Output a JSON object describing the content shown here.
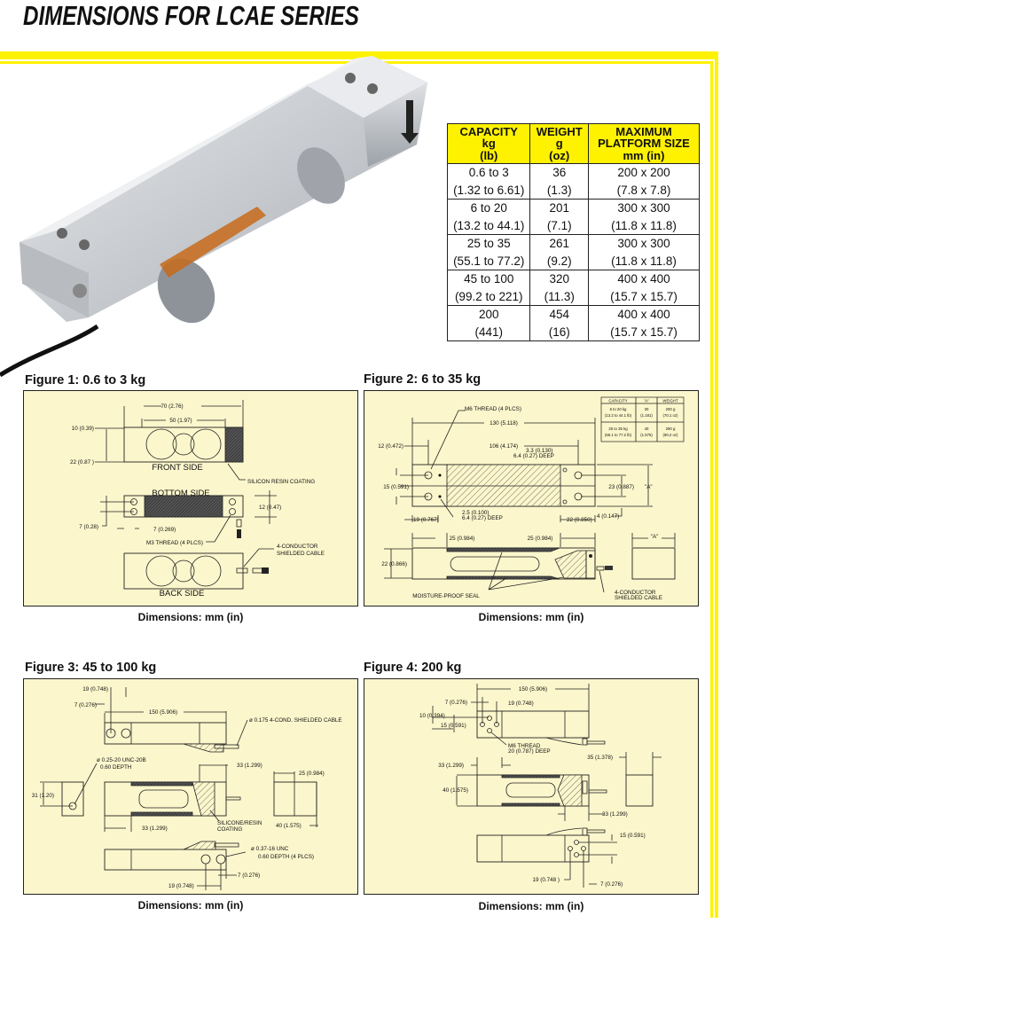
{
  "page_title": "DIMENSIONS FOR LCAE SERIES",
  "colors": {
    "accent_yellow": "#fff200",
    "panel_bg": "#fcf6cc"
  },
  "spec_table": {
    "headers": [
      {
        "l1": "CAPACITY",
        "l2": "kg",
        "l3": "(lb)"
      },
      {
        "l1": "WEIGHT",
        "l2": "g",
        "l3": "(oz)"
      },
      {
        "l1": "MAXIMUM",
        "l2": "PLATFORM SIZE",
        "l3": "mm (in)"
      }
    ],
    "rows": [
      {
        "capacity": "0.6 to 3",
        "capacity_lb": "(1.32 to 6.61)",
        "weight": "36",
        "weight_oz": "(1.3)",
        "platform": "200 x 200",
        "platform_in": "(7.8 x 7.8)"
      },
      {
        "capacity": "6 to 20",
        "capacity_lb": "(13.2 to 44.1)",
        "weight": "201",
        "weight_oz": "(7.1)",
        "platform": "300 x 300",
        "platform_in": "(11.8 x 11.8)"
      },
      {
        "capacity": "25 to 35",
        "capacity_lb": "(55.1 to 77.2)",
        "weight": "261",
        "weight_oz": "(9.2)",
        "platform": "300 x 300",
        "platform_in": "(11.8 x 11.8)"
      },
      {
        "capacity": "45 to 100",
        "capacity_lb": "(99.2 to 221)",
        "weight": "320",
        "weight_oz": "(11.3)",
        "platform": "400 x 400",
        "platform_in": "(15.7 x 15.7)"
      },
      {
        "capacity": "200",
        "capacity_lb": "(441)",
        "weight": "454",
        "weight_oz": "(16)",
        "platform": "400 x 400",
        "platform_in": "(15.7 x 15.7)"
      }
    ]
  },
  "figures": [
    {
      "caption": "Figure 1: 0.6 to 3 kg",
      "units": "Dimensions: mm (in)",
      "labels": [
        "70 (2.76)",
        "50 (1.97)",
        "10 (0.39)",
        "22 (0.87 )",
        "FRONT SIDE",
        "SILICON RESIN COATING",
        "BOTTOM SIDE",
        "12 (0.47)",
        "7 (0.28)",
        "7 (0.269)",
        "M3 THREAD (4 PLCS)",
        "4-CONDUCTOR",
        "SHIELDED CABLE",
        "BACK SIDE"
      ]
    },
    {
      "caption": "Figure 2: 6 to 35 kg",
      "units": "Dimensions: mm (in)",
      "labels": [
        "M6 THREAD (4 PLCS)",
        "130 (5.118)",
        "12 (0.472)",
        "106 (4.174)",
        "3.3 (0.130)",
        "6.4 (0.27) DEEP",
        "15 (0.591)",
        "23 (0.887)",
        "\"A\"",
        "2.5 (0.100)",
        "6.4 (0.27) DEEP",
        "19 (0.767)",
        "22 (0.850)",
        "4 (0.147)",
        "25 (0.984)",
        "25 (0.984)",
        "\"A\"",
        "22 (0.866)",
        "MOISTURE-PROOF SEAL",
        "4-CONDUCTOR",
        "SHIELDED CABLE"
      ],
      "mini_table": {
        "headers": [
          "CAPACITY",
          "\"A\"",
          "WEIGHT"
        ],
        "rows": [
          [
            "6 to 20 kg",
            "(13.2 to 44.1 lb)",
            "30",
            "(1.181)",
            "200 g",
            "(70.1 oz)"
          ],
          [
            "25 to 35 kg",
            "(55.1 to 77.2 lb)",
            "40",
            "(1.575)",
            "290 g",
            "(90.2 oz)"
          ]
        ]
      }
    },
    {
      "caption": "Figure 3: 45 to 100 kg",
      "units": "Dimensions: mm (in)",
      "labels": [
        "19 (0.748)",
        "7 (0.276)",
        "150 (5.906)",
        "ø 0.175 4-COND. SHIELDED CABLE",
        "ø 0.25-20 UNC-20B",
        "0.60 DEPTH",
        "33 (1.299)",
        "25 (0.984)",
        "31 (1.20)",
        "33 (1.299)",
        "SILICONE/RESIN",
        "COATING",
        "40 (1.575)",
        "ø 0.37-16 UNC",
        "0.60 DEPTH (4 PLCS)",
        "7 (0.276)",
        "19 (0.748)"
      ]
    },
    {
      "caption": "Figure 4: 200 kg",
      "units": "Dimensions: mm (in)",
      "labels": [
        "150 (5.906)",
        "7 (0.276)",
        "19 (0.748)",
        "10 (0.394)",
        "15 (0.591)",
        "M6 THREAD",
        "20 (0.787) DEEP",
        "35 (1.378)",
        "33 (1.299)",
        "40 (1.575)",
        "33 (1.299)",
        "15 (0.591)",
        "19 (0.748 )",
        "7 (0.276)"
      ]
    }
  ]
}
